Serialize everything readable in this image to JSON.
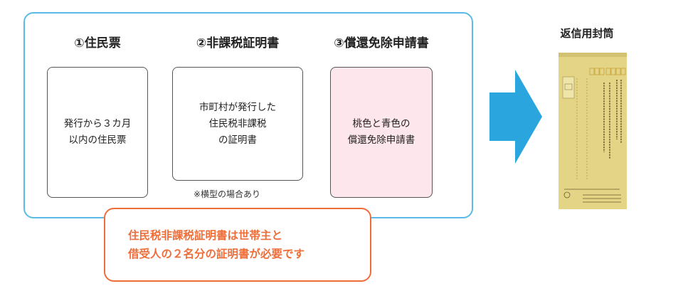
{
  "documents": [
    {
      "title": "①住民票",
      "lines": [
        "発行から３カ月",
        "以内の住民票"
      ]
    },
    {
      "title": "②非課税証明書",
      "lines": [
        "市町村が発行した",
        "住民税非課税",
        "の証明書"
      ],
      "note": "※横型の場合あり"
    },
    {
      "title": "③償還免除申請書",
      "lines": [
        "桃色と青色の",
        "償還免除申請書"
      ]
    }
  ],
  "callout": {
    "line1": "住民税非課税証明書は世帯主と",
    "line2": "借受人の２名分の証明書が必要です"
  },
  "envelope": {
    "title": "返信用封筒"
  },
  "colors": {
    "panel_border": "#5bbbe6",
    "arrow": "#2aa5de",
    "callout": "#ee6e3a",
    "pink_card": "#fde6ec",
    "envelope": "#e3d486"
  }
}
